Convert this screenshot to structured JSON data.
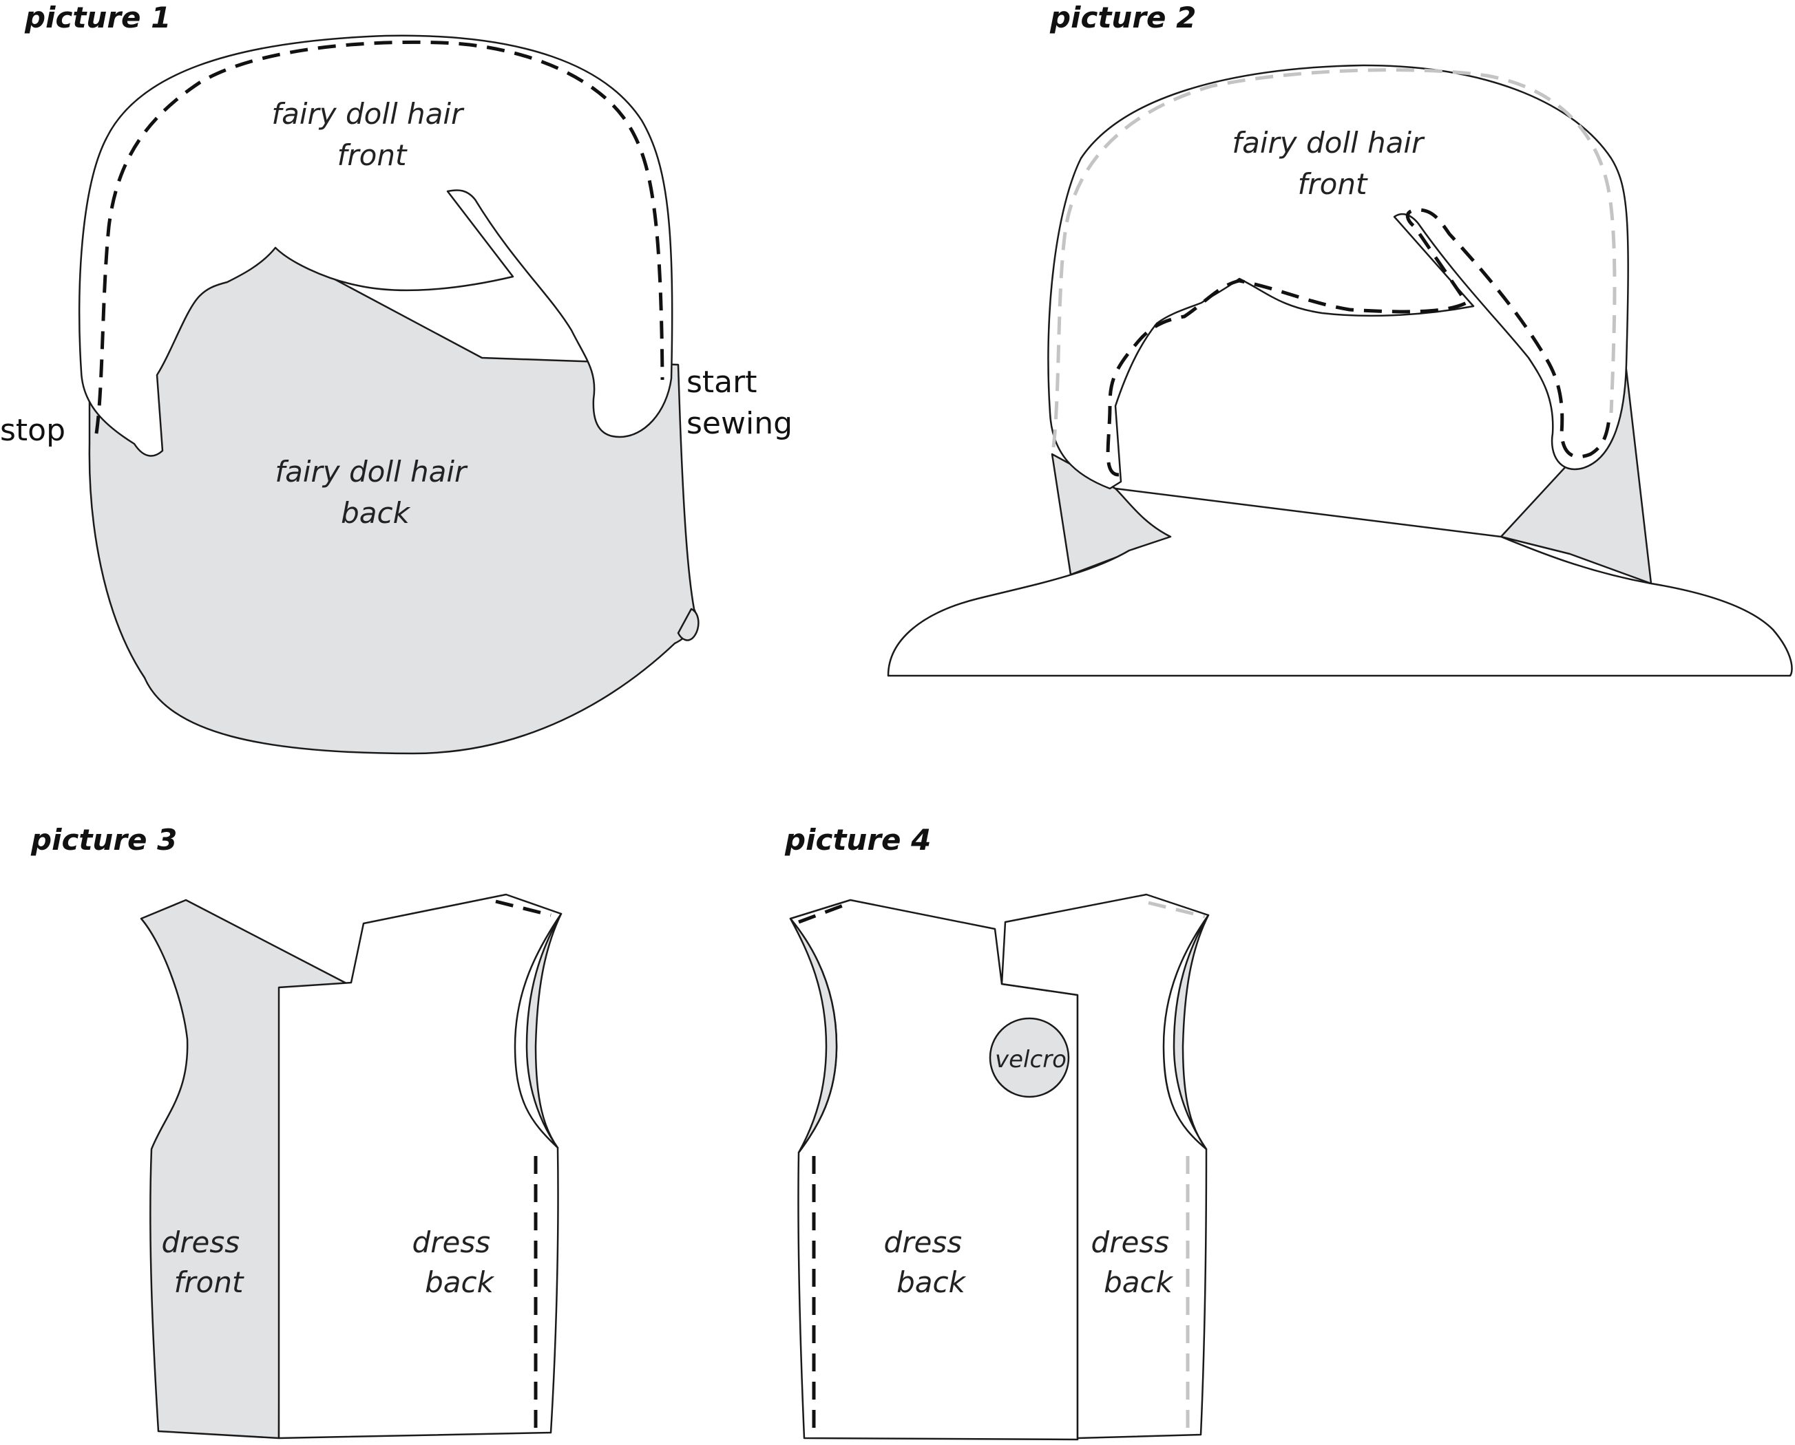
{
  "colors": {
    "fabric_back": "#e1e2e4",
    "fabric_front": "#ffffff",
    "outline": "#1a1a1a",
    "seam_active": "#111111",
    "seam_done": "#c4c4c4"
  },
  "panels": [
    {
      "title": "picture 1",
      "labels": {
        "hair_front": [
          "fairy doll hair",
          "front"
        ],
        "hair_back": [
          "fairy doll hair",
          "back"
        ],
        "stop": "stop",
        "start": [
          "start",
          "sewing"
        ]
      }
    },
    {
      "title": "picture 2",
      "labels": {
        "hair_front": [
          "fairy doll hair",
          "front"
        ]
      }
    },
    {
      "title": "picture 3",
      "labels": {
        "dress_front": [
          "dress",
          "front"
        ],
        "dress_back": [
          "dress",
          "back"
        ]
      }
    },
    {
      "title": "picture 4",
      "labels": {
        "dress_back_left": [
          "dress",
          "back"
        ],
        "dress_back_right": [
          "dress",
          "back"
        ],
        "velcro": "velcro"
      }
    }
  ]
}
